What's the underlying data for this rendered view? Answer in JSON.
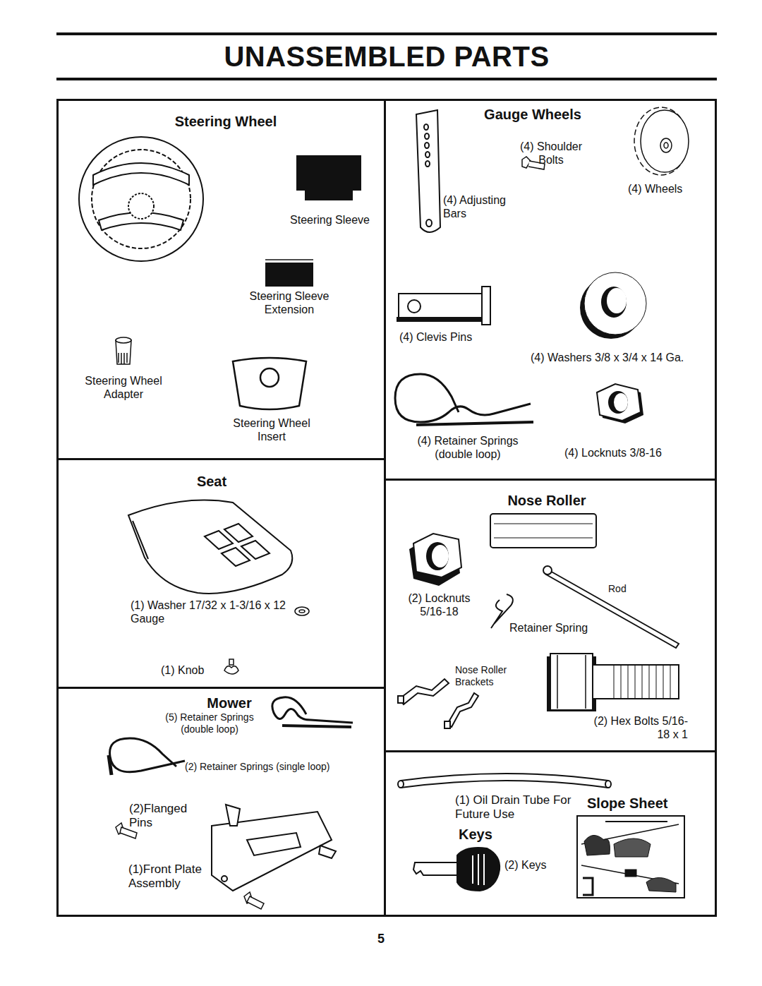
{
  "diagram": {
    "title": "UNASSEMBLED PARTS",
    "nodes": [
      {
        "text": [
          "Steering Wheel",
          "Steering Sleeve",
          "Steering Sleeve Extension",
          "Steering Wheel Adapter",
          "Steering Wheel Insert"
        ]
      },
      {
        "text": [
          "Gauge Wheels",
          "(4) Shoulder Bolts",
          "(4) Wheels",
          "(4) Adjusting Bars",
          "(4) Clevis Pins",
          "(4) Washers 3/8 x 3/4 x 14 Ga.",
          "(4) Retainer Springs (double loop)",
          "(4) Locknuts 3/8-16"
        ]
      },
      {
        "text": [
          "Seat",
          "(1) Washer 17/32 x 1-3/16 x 12 Gauge",
          "(1) Knob"
        ]
      },
      {
        "text": [
          "Nose Roller",
          "Rod",
          "(2) Locknuts 5/16-18",
          "Retainer Spring",
          "Nose Roller Brackets",
          "(2) Hex Bolts 5/16-18 x 1"
        ]
      },
      {
        "text": [
          "Mower",
          "(5) Retainer Springs (double loop)",
          "(2) Retainer Springs (single loop)",
          "(2)Flanged Pins",
          "(1)Front Plate Assembly"
        ]
      },
      {
        "text": [
          "(1) Oil Drain Tube For Future Use",
          "Slope Sheet",
          "Keys",
          "(2) Keys"
        ]
      }
    ],
    "labels": [
      "5"
    ]
  }
}
